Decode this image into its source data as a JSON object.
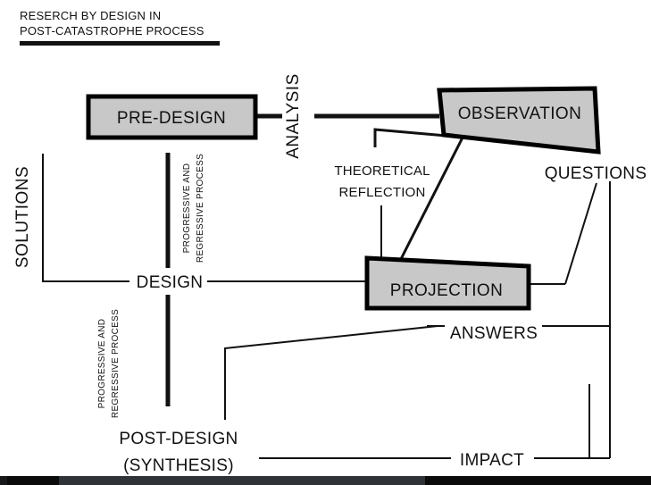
{
  "title": {
    "line1": "RESERCH BY DESIGN IN",
    "line2": "POST-CATASTROPHE PROCESS"
  },
  "colors": {
    "box_fill": "#c8c8c8",
    "box_stroke": "#000000",
    "line": "#111111",
    "text": "#111111",
    "background": "#ffffff",
    "taskbar": "#0b0b0b"
  },
  "boxes": [
    {
      "id": "pre-design",
      "label": "PRE-DESIGN",
      "shape": "rectangle"
    },
    {
      "id": "observation",
      "label": "OBSERVATION",
      "shape": "trapezoid"
    },
    {
      "id": "projection",
      "label": "PROJECTION",
      "shape": "trapezoid"
    }
  ],
  "nodes": [
    {
      "id": "design",
      "label": "DESIGN"
    },
    {
      "id": "post-design",
      "label": "POST-DESIGN"
    },
    {
      "id": "synthesis",
      "label": "(SYNTHESIS)"
    },
    {
      "id": "answers",
      "label": "ANSWERS"
    },
    {
      "id": "questions",
      "label": "QUESTIONS"
    },
    {
      "id": "impact",
      "label": "IMPACT"
    }
  ],
  "edge_labels": {
    "analysis": "ANALYSIS",
    "solutions": "SOLUTIONS",
    "theoretical": "THEORETICAL",
    "reflection": "REFLECTION",
    "progressive_top_1": "PROGRESSIVE AND",
    "progressive_top_2": "REGRESSIVE PROCESS",
    "progressive_bottom_1": "PROGRESSIVE AND",
    "progressive_bottom_2": "REGRESSIVE PROCESS"
  }
}
